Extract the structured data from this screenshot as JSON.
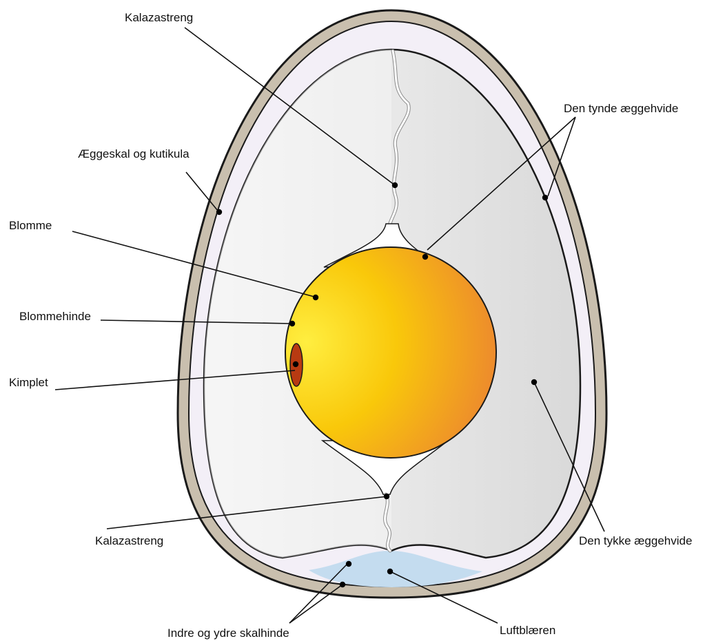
{
  "labels": {
    "chalaza_top": "Kalazastreng",
    "thin_albumen": "Den tynde æggehvide",
    "shell_cuticle": "Æggeskal og kutikula",
    "yolk": "Blomme",
    "vitelline_membrane": "Blommehinde",
    "germinal_disc": "Kimplet",
    "chalaza_bottom": "Kalazastreng",
    "thick_albumen": "Den tykke æggehvide",
    "shell_membranes": "Indre og ydre skalhinde",
    "air_cell": "Luftblæren"
  },
  "colors": {
    "shell": "#c9bfae",
    "outline": "#1a1a1a",
    "membrane_space": "#f3eff7",
    "albumen": "#e6e6e6",
    "yolk_light": "#ffe83a",
    "yolk_mid": "#f9c10a",
    "yolk_dark": "#ee8a2a",
    "germinal_disc": "#b83a12",
    "air_cell": "#c4dcef"
  }
}
